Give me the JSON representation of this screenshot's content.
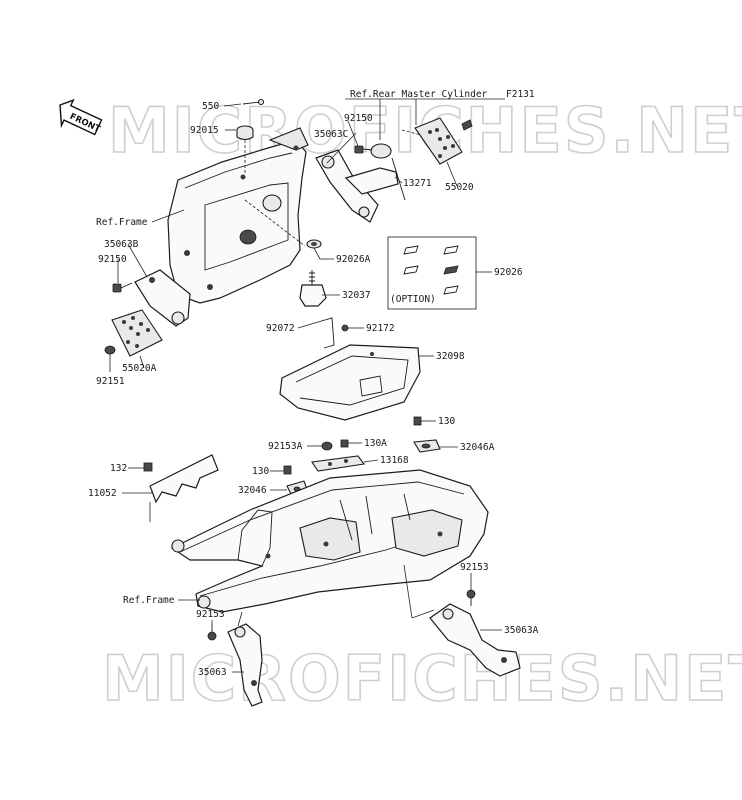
{
  "figure_code": "F2131",
  "watermark": "MICROFICHES.NET",
  "front_badge": "FRONT",
  "option_label": "(OPTION)",
  "labels": {
    "ref_rear_master_cylinder": "Ref.Rear Master Cylinder",
    "ref_frame_upper": "Ref.Frame",
    "ref_frame_lower": "Ref.Frame",
    "p550": "550",
    "p92015": "92015",
    "p35063c": "35063C",
    "p92150_top": "92150",
    "p13271": "13271",
    "p55020": "55020",
    "p35063b": "35063B",
    "p92150_left": "92150",
    "p92026a": "92026A",
    "p92026": "92026",
    "p32037": "32037",
    "p55020a": "55020A",
    "p92151": "92151",
    "p92072": "92072",
    "p92172": "92172",
    "p32098": "32098",
    "p130_right": "130",
    "p92153a": "92153A",
    "p130a": "130A",
    "p32046a": "32046A",
    "p13168": "13168",
    "p132": "132",
    "p130_left": "130",
    "p32046": "32046",
    "p11052": "11052",
    "p92153_right": "92153",
    "p92153_left": "92153",
    "p35063a": "35063A",
    "p35063": "35063"
  }
}
